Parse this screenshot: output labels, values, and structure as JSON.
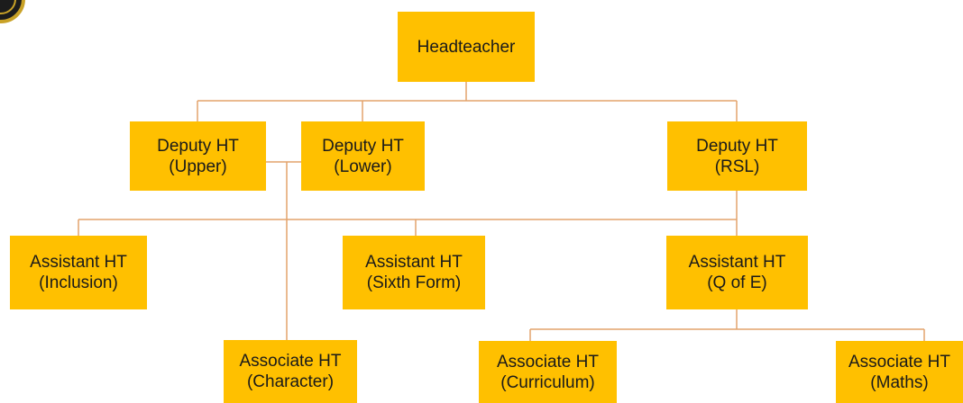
{
  "colors": {
    "box_fill": "#ffc000",
    "connector": "#e3a36c",
    "logo_dark": "#1c1c1c",
    "logo_gold": "#c9a227"
  },
  "logo": {
    "icon": "school-crest-icon"
  },
  "org_chart": {
    "headteacher": {
      "line1": "Headteacher"
    },
    "deputy_upper": {
      "line1": "Deputy HT",
      "line2": "(Upper)"
    },
    "deputy_lower": {
      "line1": "Deputy HT",
      "line2": "(Lower)"
    },
    "deputy_rsl": {
      "line1": "Deputy HT",
      "line2": "(RSL)"
    },
    "assistant_inclusion": {
      "line1": "Assistant HT",
      "line2": "(Inclusion)"
    },
    "assistant_sixth_form": {
      "line1": "Assistant HT",
      "line2": "(Sixth Form)"
    },
    "assistant_q_of_e": {
      "line1": "Assistant HT",
      "line2": "(Q of E)"
    },
    "associate_character": {
      "line1": "Associate HT",
      "line2": "(Character)"
    },
    "associate_curriculum": {
      "line1": "Associate HT",
      "line2": "(Curriculum)"
    },
    "associate_maths": {
      "line1": "Associate HT",
      "line2": "(Maths)"
    }
  }
}
